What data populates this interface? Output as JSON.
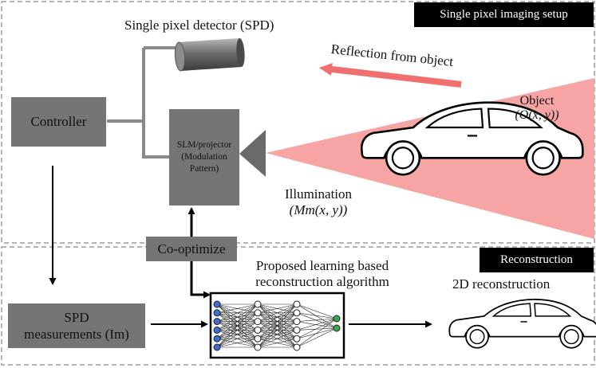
{
  "sections": {
    "setup_title": "Single pixel imaging setup",
    "reconstruction_title": "Reconstruction"
  },
  "labels": {
    "spd": "Single pixel detector (SPD)",
    "reflection": "Reflection from object",
    "object_line1": "Object",
    "object_line2": "(O(x, y))",
    "controller": "Controller",
    "slm_line1": "SLM/projector",
    "slm_line2": "(Modulation Pattern)",
    "illumination_line1": "Illumination",
    "illumination_line2": "(Mm(x, y))",
    "co_optimize": "Co-optimize",
    "algorithm_line1": "Proposed learning based",
    "algorithm_line2": "reconstruction algorithm",
    "reconstruction_2d": "2D reconstruction",
    "measurements_line1": "SPD",
    "measurements_line2": "measurements (Im)"
  },
  "colors": {
    "box_gray": "#757575",
    "beam_pink": "#f7a4a4",
    "reflection_arrow": "#f07070",
    "border_dash": "#9a9a9a",
    "input_nodes": "#3a6fd8",
    "output_nodes": "#3aa84a"
  },
  "icons": {
    "detector": "cylinder-detector-icon",
    "car": "car-outline-icon",
    "network": "neural-network-icon"
  }
}
